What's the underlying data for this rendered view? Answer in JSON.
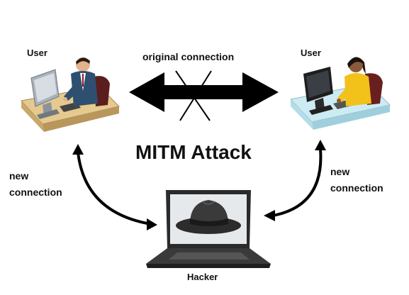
{
  "labels": {
    "user_left": "User",
    "user_right": "User",
    "original_connection": "original connection",
    "title": "MITM Attack",
    "new_connection_left_line1": "new",
    "new_connection_left_line2": "connection",
    "new_connection_right_line1": "new",
    "new_connection_right_line2": "connection",
    "hacker": "Hacker"
  },
  "colors": {
    "arrow": "#000000",
    "title_text": "#111111",
    "desk_wood": "#d8b97a",
    "desk_glass": "#bfe3ee",
    "monitor": "#9aa4ad",
    "left_user_shirt": "#2f4f70",
    "right_user_shirt": "#f2c21a",
    "laptop_body": "#2b2b2b",
    "laptop_screen": "#e6e9ec",
    "hat": "#3a3a3a"
  },
  "icons": {
    "user_left_figure": "user-at-computer-icon",
    "user_right_figure": "user-at-computer-icon",
    "hacker_figure": "laptop-with-hat-icon",
    "connection": "double-headed-arrow-icon",
    "interception": "broken-connection-x-icon"
  }
}
